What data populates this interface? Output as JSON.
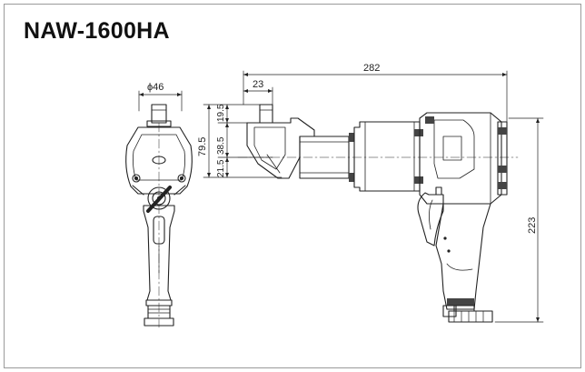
{
  "title": "NAW-1600HA",
  "dimensions": {
    "diameter": "ϕ46",
    "anvil_offset": "23",
    "overall_length": "282",
    "total_height_front": "79.5",
    "seg_top": "19.5",
    "seg_mid": "38.5",
    "seg_bottom": "21.5",
    "overall_height": "223"
  }
}
